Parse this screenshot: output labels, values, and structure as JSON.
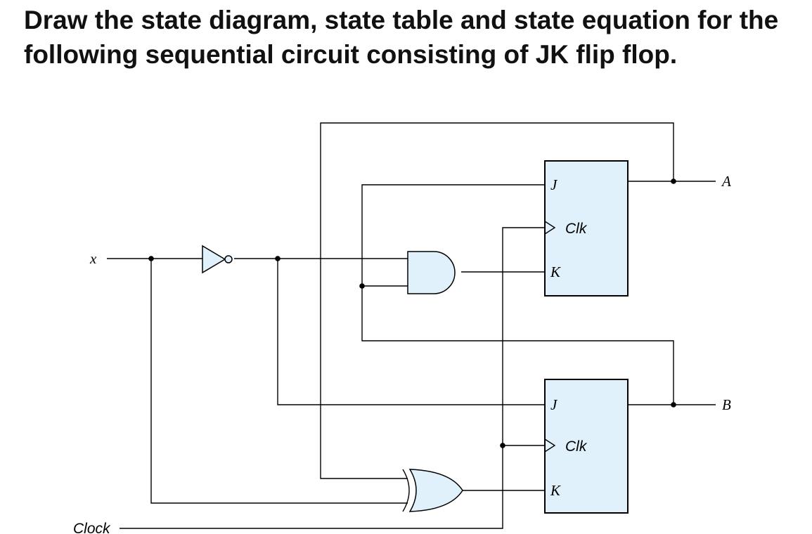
{
  "question": {
    "text": "Draw the state diagram, state table and state equation for the following sequential circuit consisting of JK flip flop."
  },
  "circuit": {
    "input_label": "x",
    "clock_label": "Clock",
    "flip_flop_a": {
      "j_label": "J",
      "clk_label": "Clk",
      "k_label": "K",
      "output_label": "A"
    },
    "flip_flop_b": {
      "j_label": "J",
      "clk_label": "Clk",
      "k_label": "K",
      "output_label": "B"
    },
    "fill_color": "#e1f1fb",
    "gates": [
      "not-gate",
      "and-gate",
      "xor-gate"
    ]
  }
}
